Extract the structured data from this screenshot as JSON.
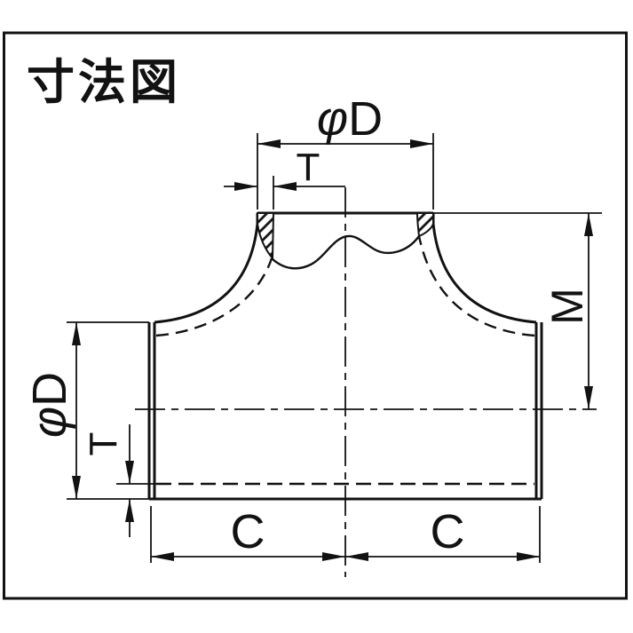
{
  "title": "寸法図",
  "drawing": {
    "description": "Cross-section dimension drawing of a butt-weld equal tee pipe fitting",
    "line_color": "#121212",
    "background_color": "#ffffff",
    "dimensions": {
      "branch_outer_diameter": {
        "label_symbol": "φ",
        "label_letter": "D",
        "position": "top",
        "meaning": "branch outside diameter"
      },
      "branch_wall_thickness": {
        "label": "T",
        "position": "top-left",
        "meaning": "branch wall thickness"
      },
      "center_to_branch_end": {
        "label": "M",
        "position": "right",
        "meaning": "run centerline to branch end face"
      },
      "run_outer_diameter": {
        "label_symbol": "φ",
        "label_letter": "D",
        "position": "left",
        "meaning": "run outside diameter"
      },
      "run_wall_thickness": {
        "label": "T",
        "position": "bottom-left",
        "meaning": "run wall thickness"
      },
      "center_to_left_end": {
        "label": "C",
        "position": "bottom-left",
        "meaning": "branch centerline to left end face"
      },
      "center_to_right_end": {
        "label": "C",
        "position": "bottom-right",
        "meaning": "branch centerline to right end face"
      }
    }
  }
}
